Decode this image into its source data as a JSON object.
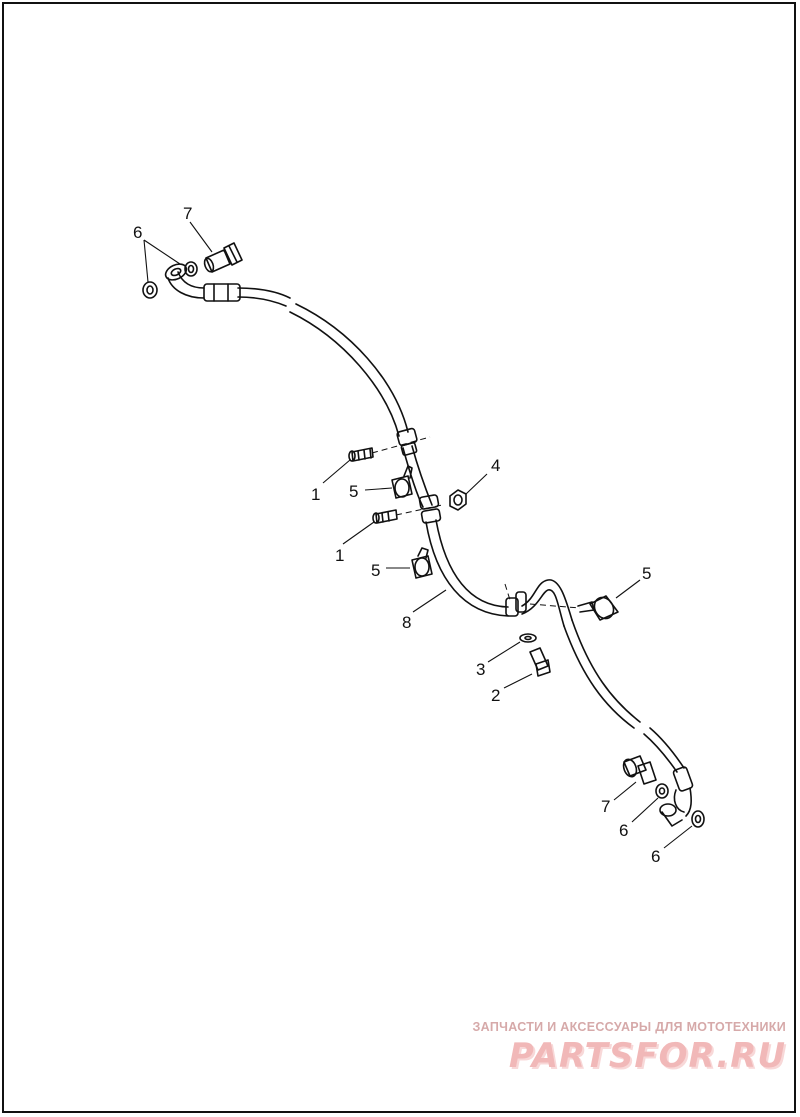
{
  "callouts": {
    "c6_top": "6",
    "c7_top": "7",
    "c1_a": "1",
    "c5_a": "5",
    "c4": "4",
    "c1_b": "1",
    "c5_b": "5",
    "c8": "8",
    "c5_c": "5",
    "c3": "3",
    "c2": "2",
    "c7_bottom": "7",
    "c6_bottom_a": "6",
    "c6_bottom_b": "6"
  },
  "watermark": {
    "tagline": "ЗАПЧАСТИ И АКСЕССУАРЫ ДЛЯ МОТОТЕХНИКИ",
    "logo": "PARTSFOR.RU"
  },
  "colors": {
    "line": "#111111",
    "watermark": "#f1b8b8"
  }
}
